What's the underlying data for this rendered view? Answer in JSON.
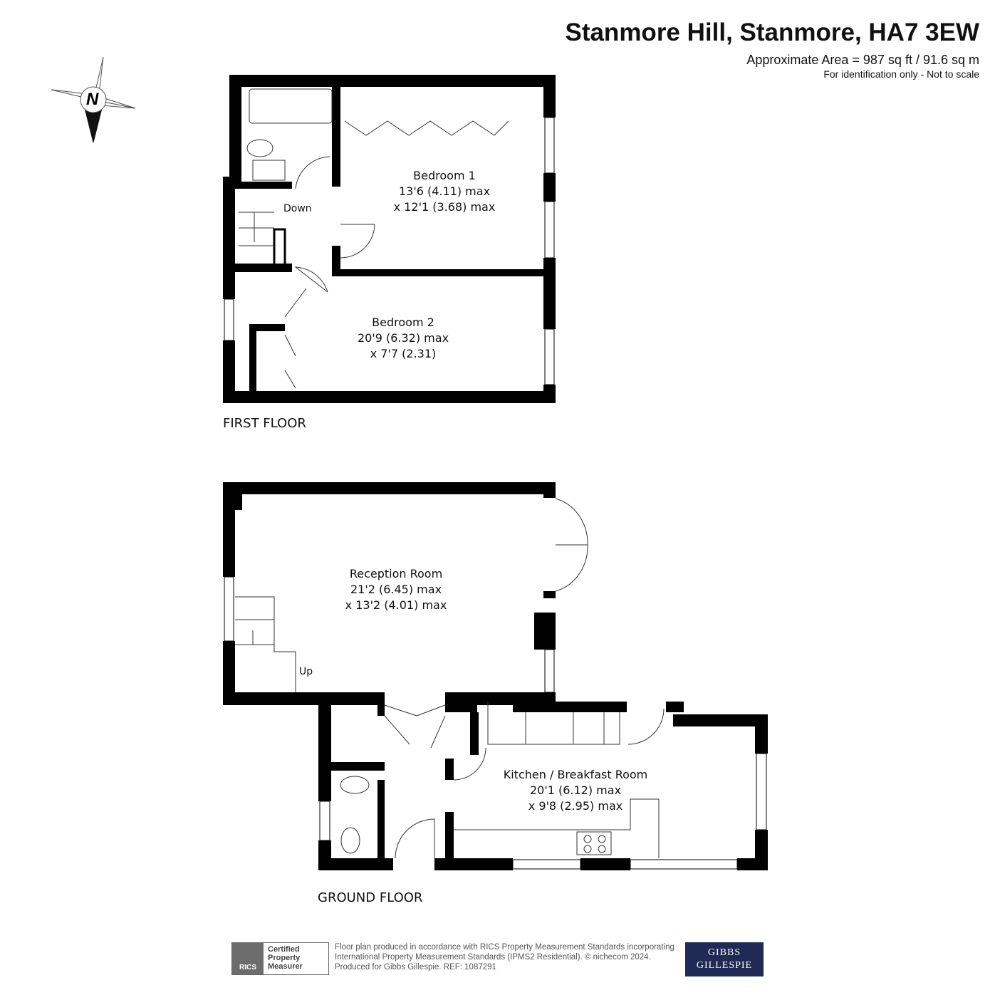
{
  "header": {
    "title": "Stanmore Hill, Stanmore, HA7 3EW",
    "area": "Approximate Area = 987 sq ft / 91.6 sq m",
    "note": "For identification only - Not to scale"
  },
  "compass": {
    "label": "N"
  },
  "first_floor": {
    "label": "FIRST FLOOR",
    "stairs": "Down",
    "rooms": [
      {
        "name": "Bedroom 1",
        "dim1": "13'6 (4.11) max",
        "dim2": "x 12'1 (3.68) max"
      },
      {
        "name": "Bedroom 2",
        "dim1": "20'9 (6.32) max",
        "dim2": "x 7'7 (2.31)"
      }
    ]
  },
  "ground_floor": {
    "label": "GROUND FLOOR",
    "stairs": "Up",
    "rooms": [
      {
        "name": "Reception Room",
        "dim1": "21'2 (6.45) max",
        "dim2": "x 13'2 (4.01) max"
      },
      {
        "name": "Kitchen / Breakfast Room",
        "dim1": "20'1 (6.12) max",
        "dim2": "x 9'8 (2.95) max"
      }
    ]
  },
  "footer": {
    "rics_logo": "RICS",
    "rics_badge": "Certified Property Measurer",
    "line1": "Floor plan produced in accordance with RICS Property Measurement Standards incorporating",
    "line2": "International Property Measurement Standards (IPMS2 Residential).   © nichecom 2024.",
    "line3": "Produced for Gibbs Gillespie.   REF:  1087291",
    "brand_line1": "GIBBS",
    "brand_line2": "GILLESPIE"
  },
  "colors": {
    "wall": "#000000",
    "brand": "#1f2a55"
  }
}
